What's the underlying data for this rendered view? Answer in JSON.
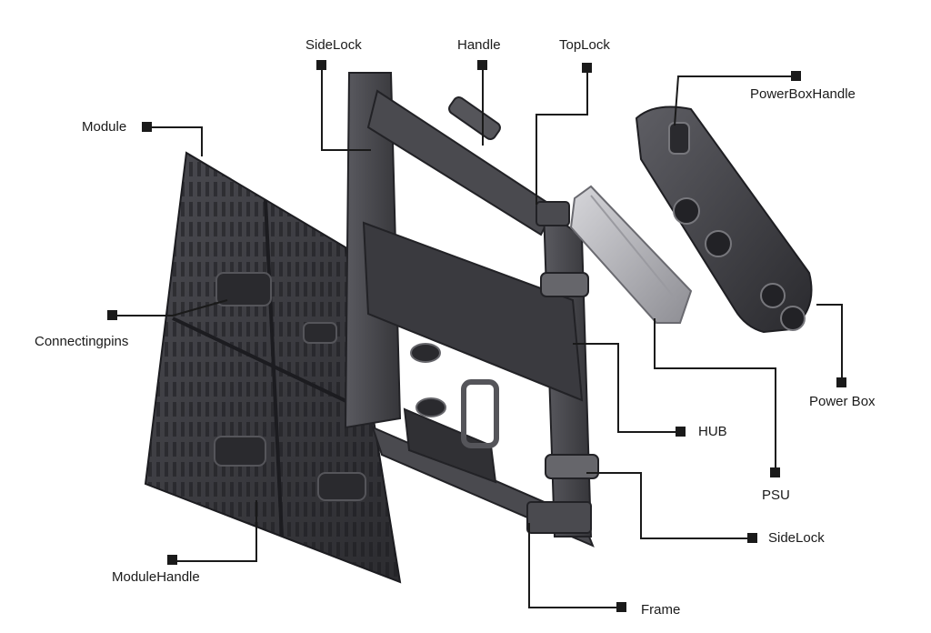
{
  "callouts": {
    "side_lock_top": "SideLock",
    "handle": "Handle",
    "top_lock": "TopLock",
    "power_box_handle": "PowerBoxHandle",
    "module": "Module",
    "connecting_pins": "Connectingpins",
    "power_box": "Power Box",
    "hub": "HUB",
    "psu": "PSU",
    "side_lock_bottom": "SideLock",
    "module_handle": "ModuleHandle",
    "frame": "Frame"
  },
  "colors": {
    "panel": "#3d3d42",
    "panel_dark": "#26262a",
    "frame": "#4a4a4f",
    "psu": "#b8b8bc",
    "leader": "#1a1a1a"
  }
}
